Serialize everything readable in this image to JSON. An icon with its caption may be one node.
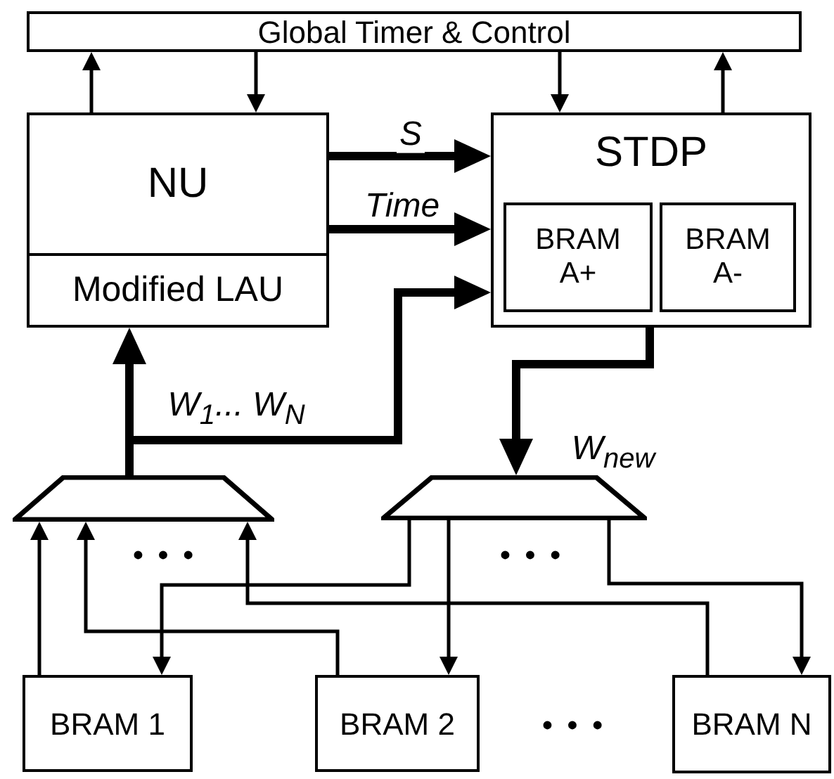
{
  "diagram": {
    "nodes": [
      {
        "text": [
          "Global Timer & Control"
        ]
      },
      {
        "text": [
          "NU",
          "Modified LAU"
        ]
      },
      {
        "text": [
          "STDP"
        ]
      },
      {
        "text": [
          "BRAM A+"
        ],
        "in": 2
      },
      {
        "text": [
          "BRAM A-"
        ],
        "in": 2
      },
      {
        "text": [],
        "shape": "trapezoid"
      },
      {
        "text": [],
        "shape": "trapezoid"
      },
      {
        "text": [
          "BRAM 1"
        ]
      },
      {
        "text": [
          "BRAM 2"
        ]
      },
      {
        "text": [
          "BRAM N"
        ]
      }
    ],
    "edges": [
      {
        "from": 1,
        "to": 0,
        "arrow": "to"
      },
      {
        "from": 0,
        "to": 1,
        "arrow": "to"
      },
      {
        "from": 0,
        "to": 2,
        "arrow": "to"
      },
      {
        "from": 2,
        "to": 0,
        "arrow": "to"
      },
      {
        "from": 1,
        "to": 2,
        "arrow": "to",
        "label": "S",
        "style": "thick"
      },
      {
        "from": 1,
        "to": 2,
        "arrow": "to",
        "label": "Time",
        "style": "thick"
      },
      {
        "from": 5,
        "to": 1,
        "arrow": "to",
        "label": "W$_{1}$... W$_{N}$",
        "style": "thick"
      },
      {
        "from": 5,
        "to": 2,
        "arrow": "to",
        "style": "thick"
      },
      {
        "from": 2,
        "to": 6,
        "arrow": "to",
        "label": "W$_{new}$",
        "style": "thick"
      },
      {
        "from": 7,
        "to": 5,
        "arrow": "to"
      },
      {
        "from": 8,
        "to": 5,
        "arrow": "to"
      },
      {
        "from": 9,
        "to": 5,
        "arrow": "to"
      },
      {
        "from": 6,
        "to": 7,
        "arrow": "to"
      },
      {
        "from": 6,
        "to": 8,
        "arrow": "to"
      },
      {
        "from": 6,
        "to": 9,
        "arrow": "to"
      }
    ],
    "labels": [
      "• • •",
      "• • •",
      "• • •"
    ]
  }
}
